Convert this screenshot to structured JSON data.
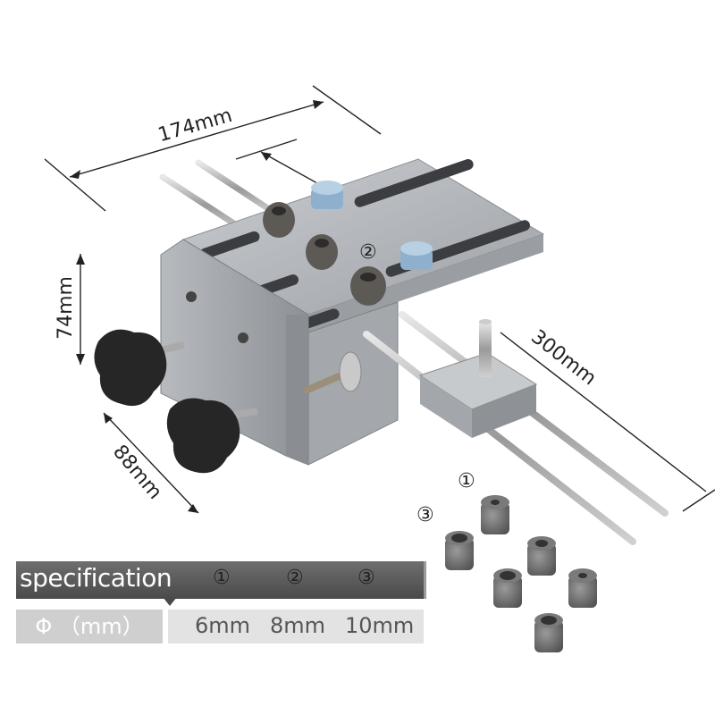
{
  "dimensions": {
    "width": "174mm",
    "height": "74mm",
    "depth": "88mm",
    "rod_length": "300mm"
  },
  "callouts": {
    "one": "①",
    "two": "②",
    "three": "③"
  },
  "spec_table": {
    "title": "specification",
    "headers": [
      "①",
      "②",
      "③"
    ],
    "row_label": "Φ （mm）",
    "values": [
      "6mm",
      "8mm",
      "10mm"
    ]
  },
  "colors": {
    "aluminum": "#a9acb0",
    "knob": "#2a2a2a",
    "table_dark": "#555555",
    "table_light": "#e3e3e3"
  }
}
